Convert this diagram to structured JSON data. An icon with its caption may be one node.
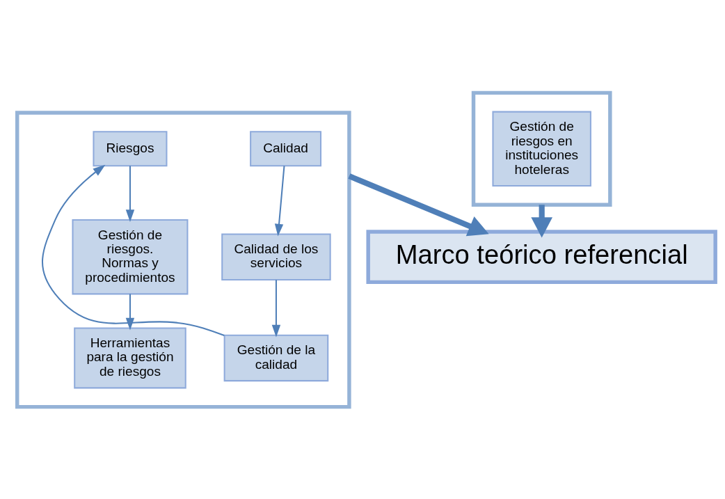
{
  "diagram": {
    "nodes": [
      {
        "text": [],
        "shape": "box"
      },
      {
        "text": [
          "Calidad"
        ],
        "in": 0
      },
      {
        "text": [
          "Calidad de los servicios"
        ],
        "in": 0
      },
      {
        "text": [
          "Gestión de la calidad"
        ],
        "in": 0
      },
      {
        "text": [
          "Riesgos"
        ],
        "in": 0
      },
      {
        "text": [
          "Gestión de riesgos. Normas y procedimientos"
        ],
        "in": 0
      },
      {
        "text": [
          "Herramientas para la gestión de riesgos"
        ],
        "in": 0
      },
      {
        "text": [],
        "shape": "box"
      },
      {
        "text": [
          "Gestión de riesgos en instituciones hoteleras"
        ],
        "in": 7
      },
      {
        "text": [
          "Marco teórico referencial"
        ]
      }
    ],
    "edges": [
      {
        "from": 1,
        "to": 2,
        "arrow": "to"
      },
      {
        "from": 2,
        "to": 3,
        "arrow": "to"
      },
      {
        "from": 3,
        "to": 4,
        "arrow": "to"
      },
      {
        "from": 4,
        "to": 5,
        "arrow": "to"
      },
      {
        "from": 5,
        "to": 6,
        "arrow": "to"
      },
      {
        "from": 0,
        "to": 9,
        "arrow": "to",
        "style": "thick"
      },
      {
        "from": 7,
        "to": 9,
        "arrow": "to",
        "style": "thick"
      }
    ]
  }
}
